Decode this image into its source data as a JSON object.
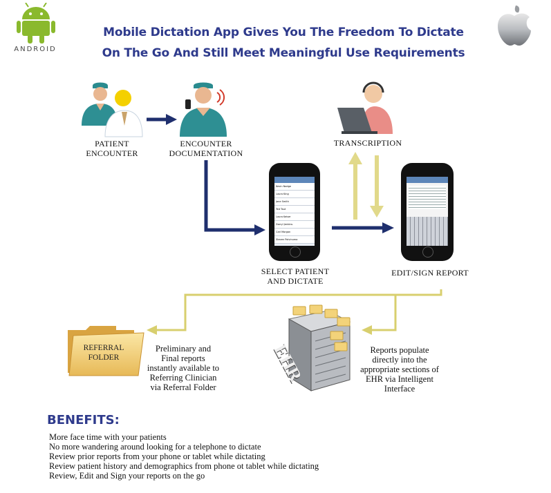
{
  "title_line1": "Mobile Dictation App Gives You The Freedom To Dictate",
  "title_line2": "On The Go And Still Meet Meaningful Use Requirements",
  "android_wordmark": "ANDROID",
  "steps": {
    "patient_encounter": [
      "PATIENT",
      "ENCOUNTER"
    ],
    "encounter_documentation": [
      "ENCOUNTER",
      "DOCUMENTATION"
    ],
    "transcription": "TRANSCRIPTION",
    "select_patient": [
      "SELECT PATIENT",
      "AND DICTATE"
    ],
    "edit_sign": "EDIT/SIGN REPORT"
  },
  "referral_folder": [
    "REFERRAL",
    "FOLDER"
  ],
  "ehr_label": "EHR",
  "notes": {
    "referral": [
      "Preliminary and",
      "Final reports",
      "instantly available to",
      "Referring Clinician",
      "via Referral Folder"
    ],
    "ehr": [
      "Reports populate",
      "directly into the",
      "appropriate sections of",
      "EHR via Intelligent",
      "Interface"
    ]
  },
  "benefits_heading": "BENEFITS:",
  "benefits": [
    "More face time with your patients",
    "No more wandering around looking for a telephone to dictate",
    "Review prior reports from your phone or tablet while dictating",
    "Review patient history and demographics from phone ot tablet while dictating",
    "Review, Edit and Sign your reports on the go"
  ],
  "phone_list_names": [
    "Kevin Nadge",
    "Laura King",
    "Jane Smith",
    "Ted Taut",
    "Laura Keiser",
    "Darryl Jenkins",
    "Carl Morgan",
    "Steven Polvinuma"
  ],
  "colors": {
    "title": "#2e3a8c",
    "navy_arrow": "#1f2f6e",
    "gold_arrow": "#e1d98a",
    "gold_line": "#d8cf6e"
  },
  "icons": [
    "android-logo-icon",
    "apple-logo-icon",
    "doctor-icon",
    "patient-icon",
    "phone-doctor-icon",
    "transcriptionist-icon",
    "smartphone-icon",
    "folder-icon",
    "server-icon"
  ]
}
